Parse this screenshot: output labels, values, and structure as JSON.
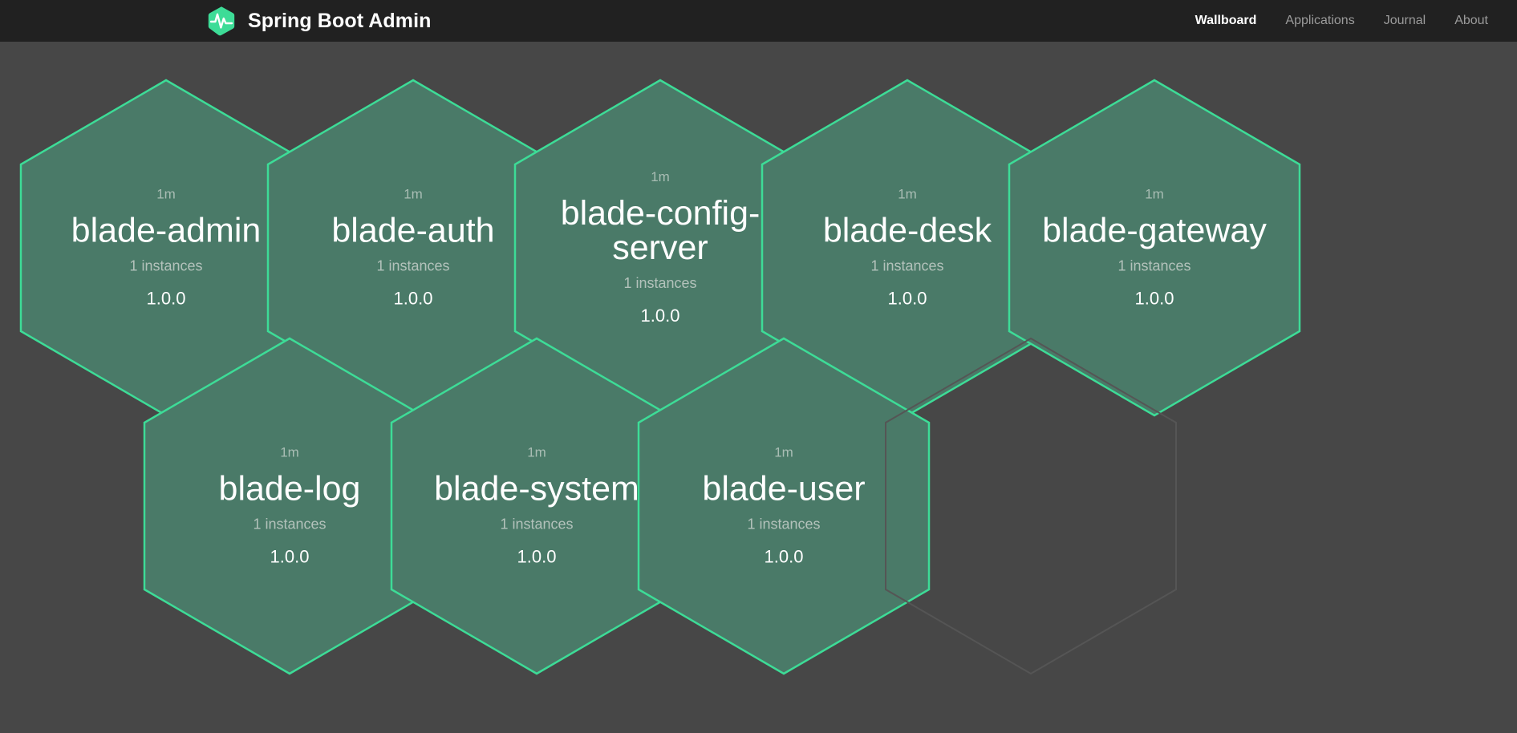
{
  "header": {
    "brand": {
      "title": "Spring Boot Admin",
      "logo_icon": "heartbeat-hexagon-icon"
    },
    "nav": [
      {
        "label": "Wallboard",
        "active": true
      },
      {
        "label": "Applications",
        "active": false
      },
      {
        "label": "Journal",
        "active": false
      },
      {
        "label": "About",
        "active": false
      }
    ]
  },
  "colors": {
    "background": "#474747",
    "navbar": "#212121",
    "hex_fill": "#4a7a68",
    "hex_border": "#3ddc97",
    "empty_hex_border": "#555555",
    "brand_accent": "#3ddc97",
    "text_primary": "#ffffff",
    "text_muted": "#9b9b9b"
  },
  "wallboard": {
    "applications": [
      {
        "name": "blade-admin",
        "uptime": "1m",
        "instances": "1 instances",
        "version": "1.0.0",
        "status": "UP"
      },
      {
        "name": "blade-auth",
        "uptime": "1m",
        "instances": "1 instances",
        "version": "1.0.0",
        "status": "UP"
      },
      {
        "name": "blade-config-server",
        "uptime": "1m",
        "instances": "1 instances",
        "version": "1.0.0",
        "status": "UP"
      },
      {
        "name": "blade-desk",
        "uptime": "1m",
        "instances": "1 instances",
        "version": "1.0.0",
        "status": "UP"
      },
      {
        "name": "blade-gateway",
        "uptime": "1m",
        "instances": "1 instances",
        "version": "1.0.0",
        "status": "UP"
      },
      {
        "name": "blade-log",
        "uptime": "1m",
        "instances": "1 instances",
        "version": "1.0.0",
        "status": "UP"
      },
      {
        "name": "blade-system",
        "uptime": "1m",
        "instances": "1 instances",
        "version": "1.0.0",
        "status": "UP"
      },
      {
        "name": "blade-user",
        "uptime": "1m",
        "instances": "1 instances",
        "version": "1.0.0",
        "status": "UP"
      }
    ],
    "placeholder_count": 1
  }
}
